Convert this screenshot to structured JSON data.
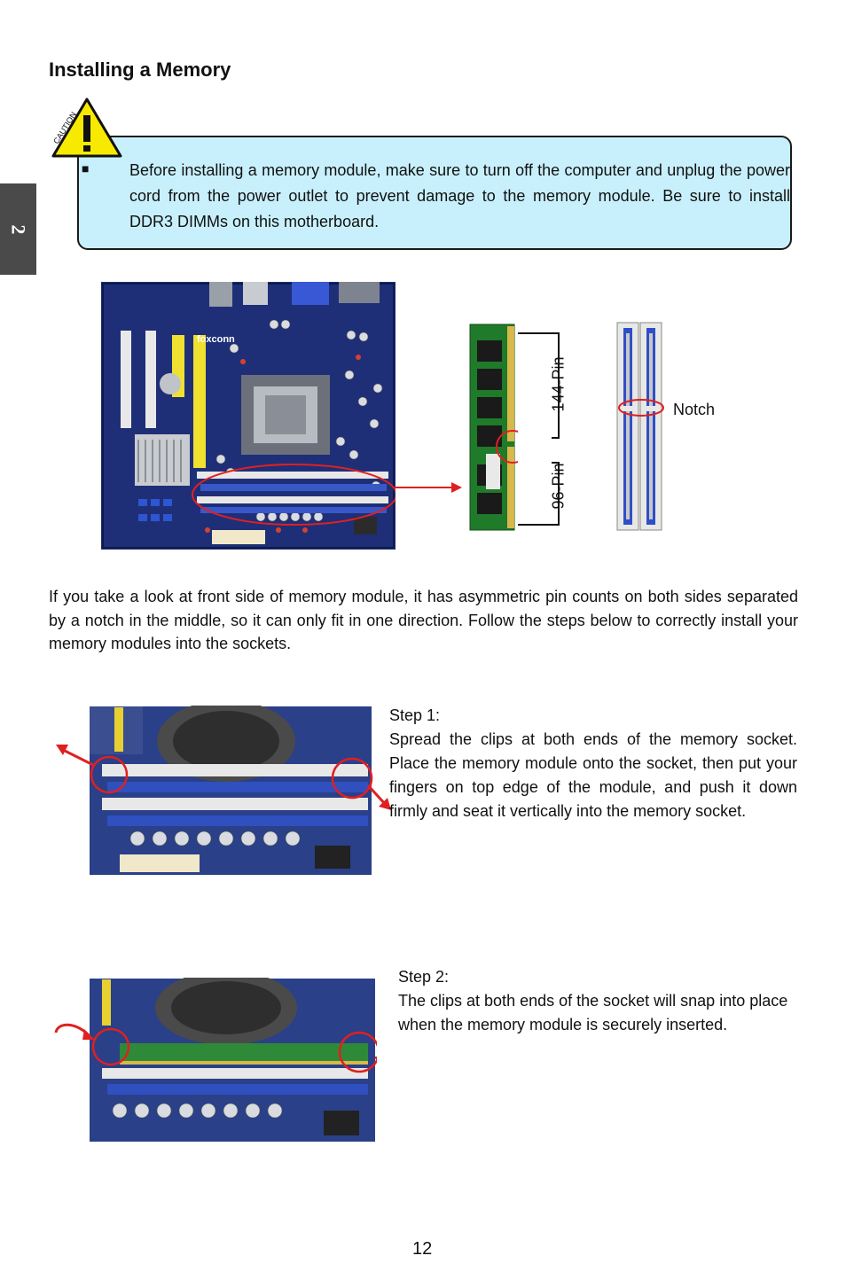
{
  "section_tab": "2",
  "title": "Installing a Memory",
  "caution": {
    "icon_label": "CAUTION",
    "bullet": "■",
    "text": "Before installing a memory module, make sure to turn off the computer and unplug the power cord from the power outlet to prevent damage to the memory module. Be sure to install DDR3 DIMMs on this motherboard."
  },
  "diagram": {
    "pin144_label": "144-Pin",
    "pin96_label": "96-Pin",
    "notch_label": "Notch",
    "board_brand": "foxconn"
  },
  "intro_paragraph": "If you take a look at front side of memory module, it has asymmetric pin counts on both sides separated by a notch in the middle, so it can only fit in one direction. Follow the steps below to correctly install your memory modules into the sockets.",
  "step1": {
    "heading": "Step 1:",
    "text": "Spread the clips at both ends of the memory socket. Place the memory module onto the socket, then put your fingers on top edge of the module, and push it down firmly and seat it vertically into the memory socket."
  },
  "step2": {
    "heading": "Step 2:",
    "text": "The clips at both ends of the socket will snap into place when the memory module is securely inserted."
  },
  "page_number": "12"
}
